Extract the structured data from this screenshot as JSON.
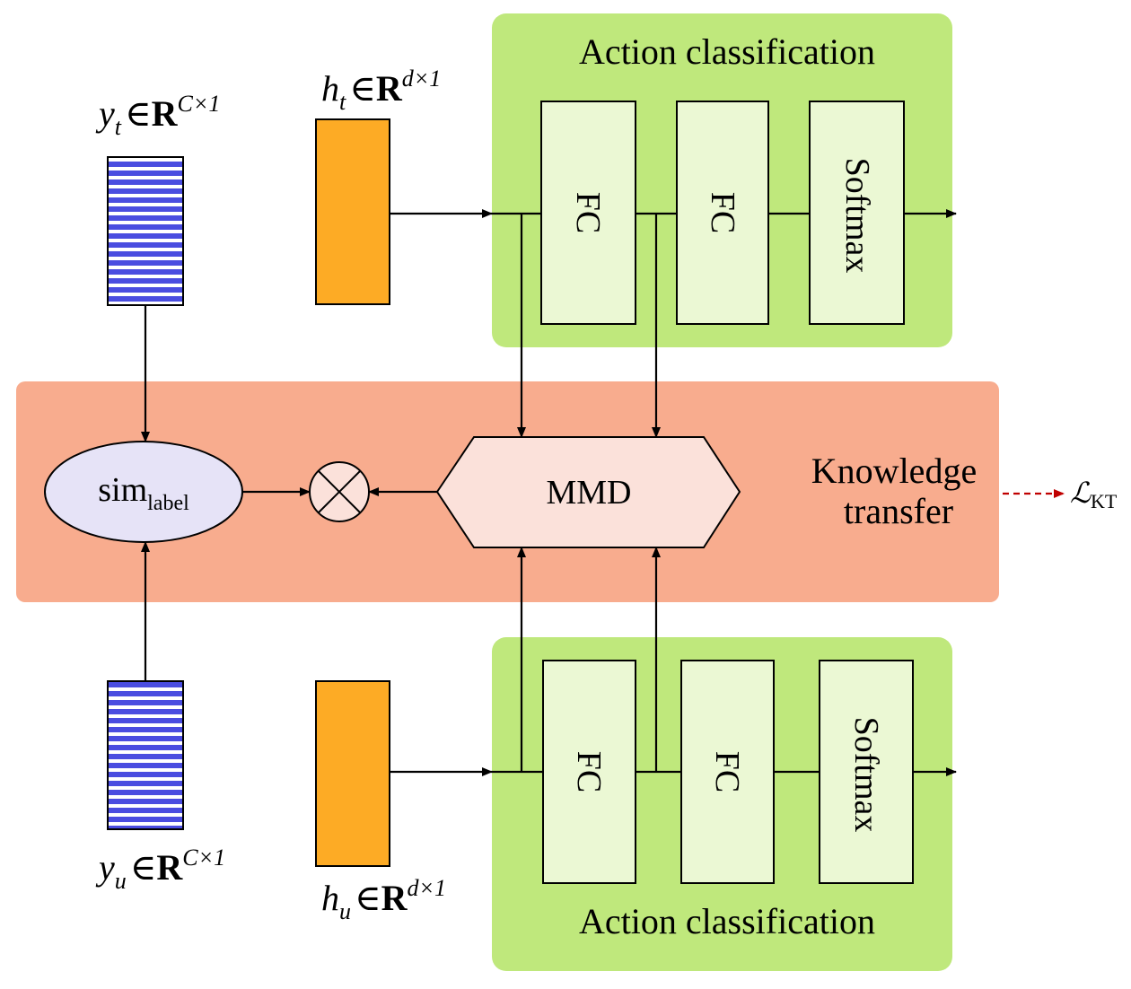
{
  "colors": {
    "green_panel": "#bfe87c",
    "fc_box": "#ebf8d4",
    "orange_bar": "#fdab25",
    "label_stripe": "#4a4de0",
    "kt_panel": "#f8ac8e",
    "ellipse": "#e6e3f7",
    "mmd": "#fbe1da",
    "dashed_arrow": "#c00000"
  },
  "top_branch": {
    "title": "Action classification",
    "label_var": "y",
    "label_sub": "t",
    "label_space": "R",
    "label_dims": "C×1",
    "hidden_var": "h",
    "hidden_sub": "t",
    "hidden_space": "R",
    "hidden_dims": "d×1",
    "fc1": "FC",
    "fc2": "FC",
    "softmax": "Softmax"
  },
  "bottom_branch": {
    "title": "Action classification",
    "label_var": "y",
    "label_sub": "u",
    "label_space": "R",
    "label_dims": "C×1",
    "hidden_var": "h",
    "hidden_sub": "u",
    "hidden_space": "R",
    "hidden_dims": "d×1",
    "fc1": "FC",
    "fc2": "FC",
    "softmax": "Softmax"
  },
  "knowledge_transfer": {
    "title_line1": "Knowledge",
    "title_line2": "transfer",
    "sim_main": "sim",
    "sim_sub": "label",
    "mmd": "MMD",
    "loss_symbol": "ℒ",
    "loss_sub": "KT"
  },
  "symbols": {
    "element_of": "∈"
  }
}
